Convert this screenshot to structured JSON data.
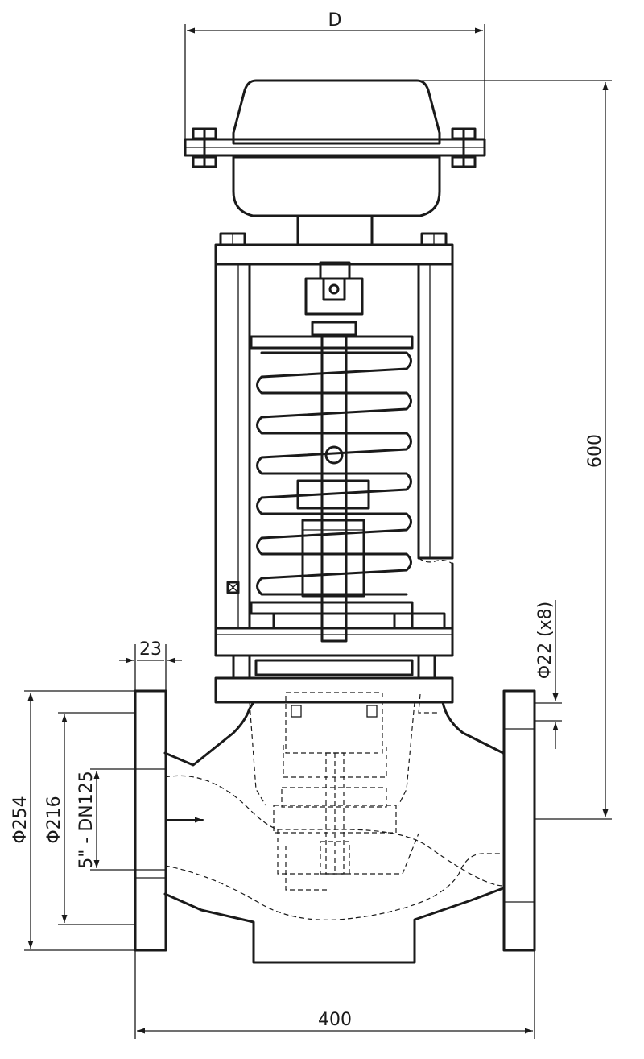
{
  "dimensions": {
    "top_width": "D",
    "overall_height": "600",
    "flange_thickness": "23",
    "bolt_holes": "Φ22 (x8)",
    "flange_od": "Φ254",
    "bolt_circle": "Φ216",
    "nominal_size": "5\" - DN125",
    "face_to_face": "400"
  },
  "colors": {
    "line": "#1a1a1a",
    "background": "#ffffff"
  }
}
